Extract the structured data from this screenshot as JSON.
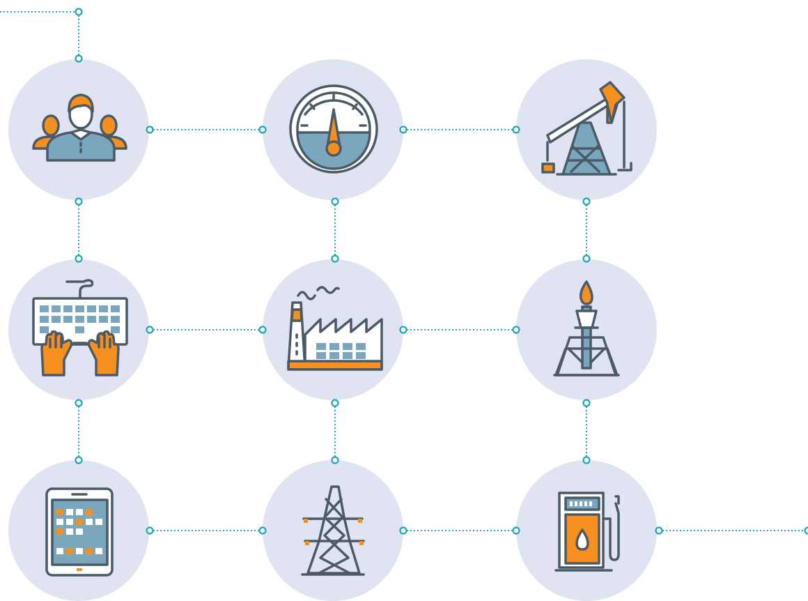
{
  "colors": {
    "circle_fill": "#e0e4f2",
    "connector": "#1ba7b3",
    "outline": "#4a5a66",
    "accent_orange": "#f5901e",
    "accent_blue": "#7aa7be",
    "background": "#ffffff"
  },
  "nodes": [
    {
      "id": "workforce",
      "icon": "team-people-icon"
    },
    {
      "id": "gauge",
      "icon": "pressure-gauge-icon"
    },
    {
      "id": "pumpjack",
      "icon": "oil-pumpjack-icon"
    },
    {
      "id": "keyboard",
      "icon": "keyboard-hands-icon"
    },
    {
      "id": "factory",
      "icon": "factory-icon"
    },
    {
      "id": "gas-flare",
      "icon": "gas-flare-tower-icon"
    },
    {
      "id": "tablet",
      "icon": "tablet-dashboard-icon"
    },
    {
      "id": "power-pylon",
      "icon": "power-transmission-tower-icon"
    },
    {
      "id": "fuel-pump",
      "icon": "fuel-pump-icon"
    }
  ],
  "connections": [
    [
      "entry",
      "workforce"
    ],
    [
      "workforce",
      "gauge"
    ],
    [
      "gauge",
      "pumpjack"
    ],
    [
      "workforce",
      "keyboard"
    ],
    [
      "gauge",
      "factory"
    ],
    [
      "pumpjack",
      "gas-flare"
    ],
    [
      "keyboard",
      "factory"
    ],
    [
      "factory",
      "gas-flare"
    ],
    [
      "keyboard",
      "tablet"
    ],
    [
      "factory",
      "power-pylon"
    ],
    [
      "gas-flare",
      "fuel-pump"
    ],
    [
      "tablet",
      "power-pylon"
    ],
    [
      "power-pylon",
      "fuel-pump"
    ],
    [
      "fuel-pump",
      "exit"
    ]
  ]
}
